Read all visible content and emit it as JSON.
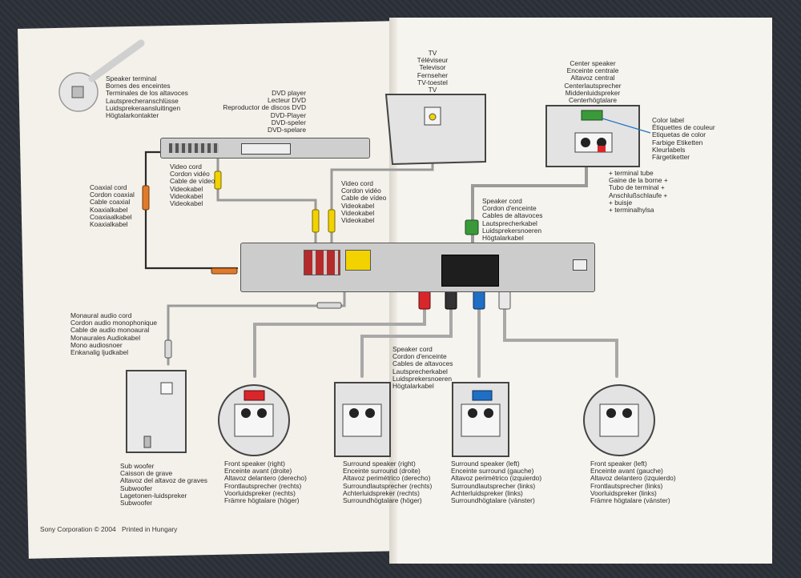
{
  "speaker_terminal": [
    "Speaker terminal",
    "Bornes des enceintes",
    "Terminales de los altavoces",
    "Lautsprecheranschlüsse",
    "Luidsprekeraansluitingen",
    "Högtalarkontakter"
  ],
  "dvd_player": [
    "DVD player",
    "Lecteur DVD",
    "Reproductor de discos DVD",
    "DVD-Player",
    "DVD-speler",
    "DVD-spelare"
  ],
  "tv": [
    "TV",
    "Téléviseur",
    "Televisor",
    "Fernseher",
    "TV-toestel",
    "TV"
  ],
  "center_speaker": [
    "Center speaker",
    "Enceinte centrale",
    "Altavoz central",
    "Centerlautsprecher",
    "Middenluidspreker",
    "Centerhögtalare"
  ],
  "color_label": [
    "Color label",
    "Étiquettes de couleur",
    "Etiquetas de color",
    "Farbige Etiketten",
    "Kleurlabels",
    "Färgetiketter"
  ],
  "terminal_tube": [
    "+ terminal tube",
    "Gaine de la borne +",
    "Tubo de terminal +",
    "Anschlußschlaufe +",
    "+ buisje",
    "+ terminalhylsa"
  ],
  "video_cord_1": [
    "Video cord",
    "Cordon vidéo",
    "Cable de vídeo",
    "Videokabel",
    "Videokabel",
    "Videokabel"
  ],
  "video_cord_2": [
    "Video cord",
    "Cordon vidéo",
    "Cable de vídeo",
    "Videokabel",
    "Videokabel",
    "Videokabel"
  ],
  "coaxial_cord": [
    "Coaxial cord",
    "Cordon coaxial",
    "Cable coaxial",
    "Koaxialkabel",
    "Coaxiaalkabel",
    "Koaxialkabel"
  ],
  "speaker_cord_1": [
    "Speaker cord",
    "Cordon d'enceinte",
    "Cables de altavoces",
    "Lautsprecherkabel",
    "Luidsprekersnoeren",
    "Högtalarkabel"
  ],
  "speaker_cord_2": [
    "Speaker cord",
    "Cordon d'enceinte",
    "Cables de altavoces",
    "Lautsprecherkabel",
    "Luidsprekersnoeren",
    "Högtalarkabel"
  ],
  "mono_cord": [
    "Monaural audio cord",
    "Cordon audio monophonique",
    "Cable de audio monoaural",
    "Monaurales Audiokabel",
    "Mono audiosnoer",
    "Enkanalig ljudkabel"
  ],
  "sub_woofer": [
    "Sub woofer",
    "Caisson de grave",
    "Altavoz del altavoz de graves",
    "Subwoofer",
    "Lagetonen-luidspreker",
    "Subwoofer"
  ],
  "front_right": [
    "Front speaker (right)",
    "Enceinte avant (droite)",
    "Altavoz delantero (derecho)",
    "Frontlautsprecher (rechts)",
    "Voorluidspreker (rechts)",
    "Främre högtalare (höger)"
  ],
  "surround_right": [
    "Surround speaker (right)",
    "Enceinte surround (droite)",
    "Altavoz perimétrico (derecho)",
    "Surroundlautsprecher (rechts)",
    "Achterluidspreker (rechts)",
    "Surroundhögtalare (höger)"
  ],
  "surround_left": [
    "Surround speaker (left)",
    "Enceinte surround (gauche)",
    "Altavoz perimétrico (izquierdo)",
    "Surroundlautsprecher (links)",
    "Achterluidspreker (links)",
    "Surroundhögtalare (vänster)"
  ],
  "front_left": [
    "Front speaker (left)",
    "Enceinte avant (gauche)",
    "Altavoz delantero (izquierdo)",
    "Frontlautsprecher (links)",
    "Voorluidspreker (links)",
    "Främre högtalare (vänster)"
  ],
  "footer": {
    "corp": "Sony Corporation © 2004",
    "printed": "Printed in Hungary"
  },
  "colors": {
    "video": "#f2d200",
    "coax": "#e07a2a",
    "front_r": "#d9262a",
    "front_l": "#e8e8e8",
    "surround_r": "#333333",
    "surround_l": "#1f6fc4",
    "center": "#3a9a3a",
    "device": "#c9c9c9"
  }
}
